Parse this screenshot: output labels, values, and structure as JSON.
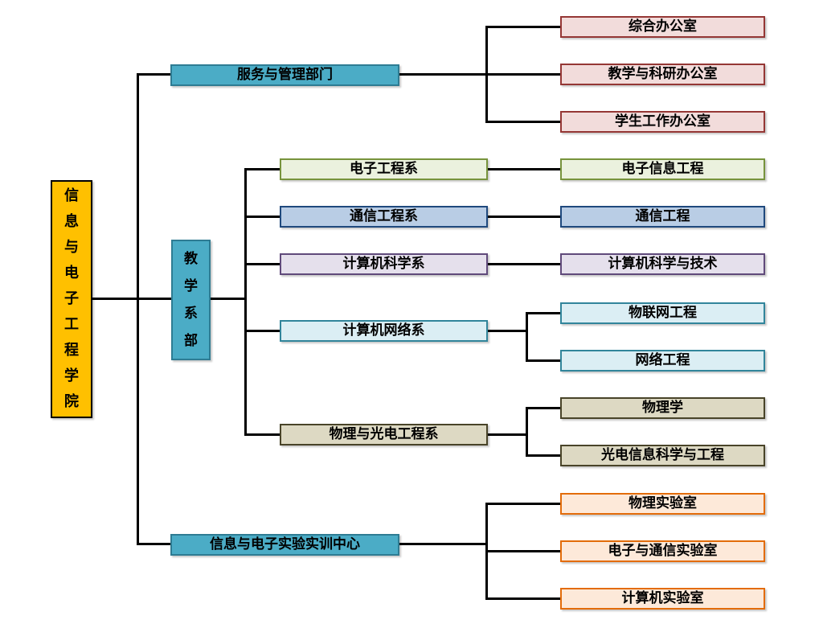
{
  "root": {
    "label": "信息与电子工程学院"
  },
  "service": {
    "label": "服务与管理部门",
    "offices": [
      {
        "label": "综合办公室"
      },
      {
        "label": "教学与科研办公室"
      },
      {
        "label": "学生工作办公室"
      }
    ]
  },
  "teaching": {
    "label": "教学系部",
    "departments": [
      {
        "label": "电子工程系",
        "majors": [
          {
            "label": "电子信息工程"
          }
        ]
      },
      {
        "label": "通信工程系",
        "majors": [
          {
            "label": "通信工程"
          }
        ]
      },
      {
        "label": "计算机科学系",
        "majors": [
          {
            "label": "计算机科学与技术"
          }
        ]
      },
      {
        "label": "计算机网络系",
        "majors": [
          {
            "label": "物联网工程"
          },
          {
            "label": "网络工程"
          }
        ]
      },
      {
        "label": "物理与光电工程系",
        "majors": [
          {
            "label": "物理学"
          },
          {
            "label": "光电信息科学与工程"
          }
        ]
      }
    ]
  },
  "center": {
    "label": "信息与电子实验实训中心",
    "labs": [
      {
        "label": "物理实验室"
      },
      {
        "label": "电子与通信实验室"
      },
      {
        "label": "计算机实验室"
      }
    ]
  },
  "colors": {
    "root_fill": "#FFC000",
    "branch_fill": "#4BACC6",
    "office_fill": "#F2DCDB",
    "office_border": "#953735",
    "electronic_fill": "#EBF1DE",
    "electronic_border": "#77933C",
    "communication_fill": "#B9CDE5",
    "communication_border": "#1F497D",
    "computer_science_fill": "#E5E0EC",
    "computer_science_border": "#604A7B",
    "network_fill": "#DBEEF4",
    "network_border": "#31859B",
    "physics_fill": "#DDD9C3",
    "physics_border": "#494429",
    "lab_fill": "#FDE9D9",
    "lab_border": "#E36C0A",
    "connector": "#000000"
  }
}
